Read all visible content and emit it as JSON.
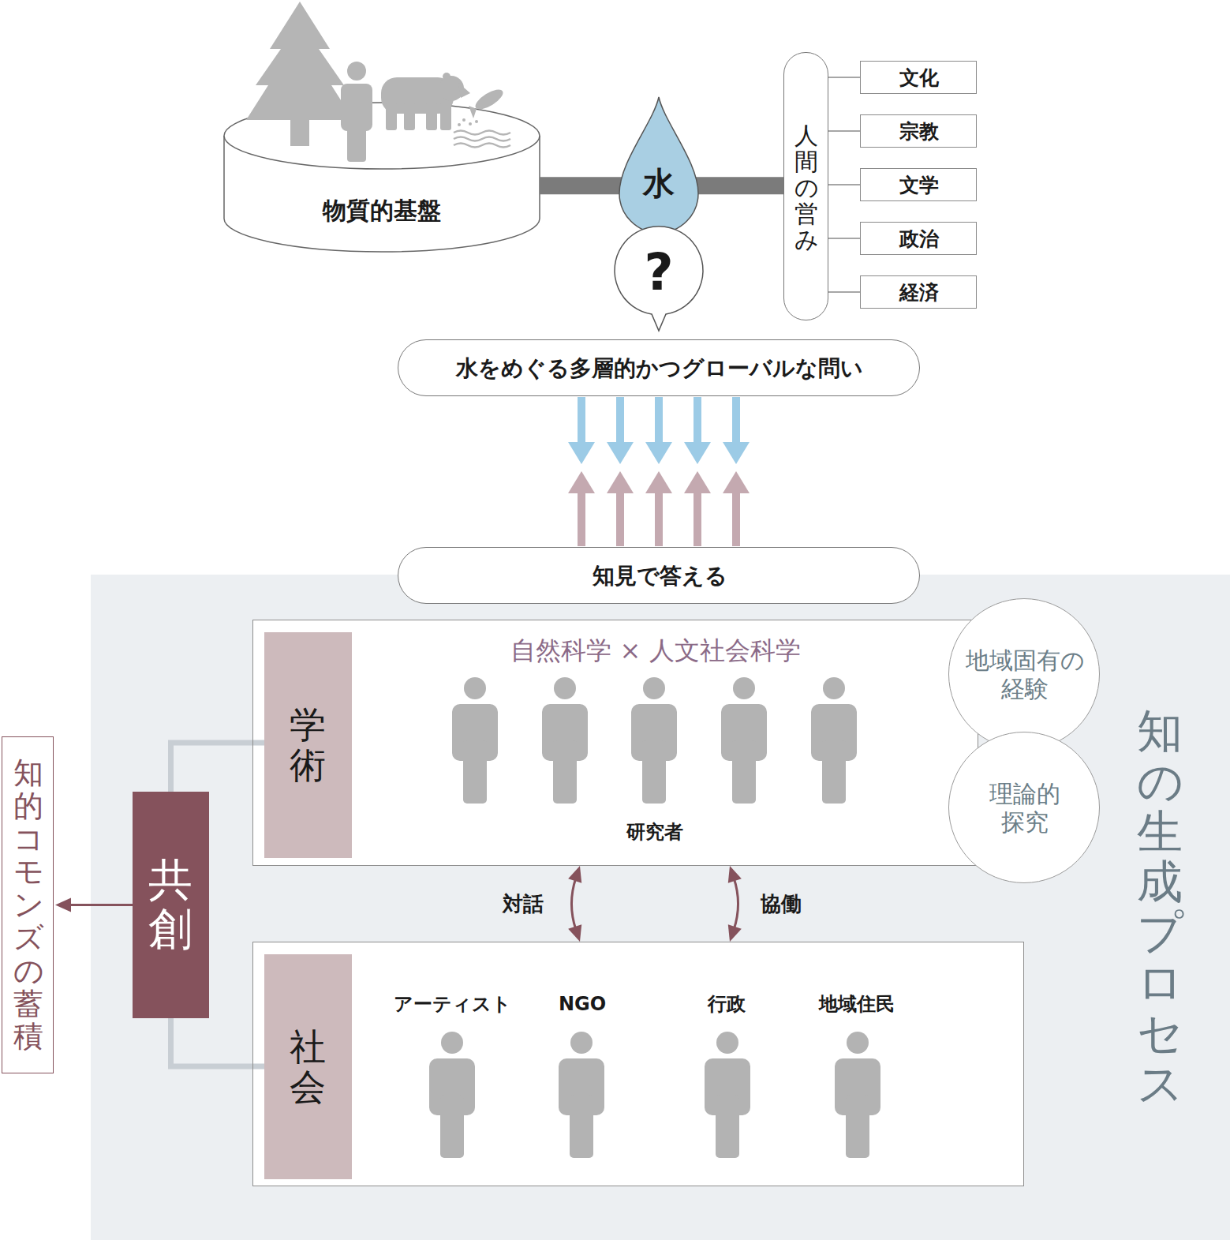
{
  "diagram": {
    "nodes": [
      {
        "text": [
          "物質的基盤"
        ]
      },
      {
        "text": [
          "水"
        ]
      },
      {
        "text": [
          "?"
        ]
      },
      {
        "text": [
          "人間の営み"
        ]
      },
      {
        "text": [
          "文化"
        ]
      },
      {
        "text": [
          "宗教"
        ]
      },
      {
        "text": [
          "文学"
        ]
      },
      {
        "text": [
          "政治"
        ]
      },
      {
        "text": [
          "経済"
        ]
      },
      {
        "text": [
          "水をめぐる多層的かつグローバルな問い"
        ]
      },
      {
        "text": [
          "知見で答える"
        ]
      },
      {
        "text": [
          "知の生成プロセス"
        ]
      },
      {
        "text": [
          "自然科学 × 人文社会科学",
          "研究者"
        ],
        "in": 11
      },
      {
        "text": [
          "学術"
        ],
        "in": 12
      },
      {
        "text": [
          "地域固有の経験"
        ],
        "in": 11
      },
      {
        "text": [
          "理論的探究"
        ],
        "in": 11
      },
      {
        "text": [
          "アーティスト",
          "NGO",
          "行政",
          "地域住民"
        ],
        "in": 11
      },
      {
        "text": [
          "社会"
        ],
        "in": 16
      },
      {
        "text": [
          "共創"
        ],
        "in": 11
      },
      {
        "text": [
          "知的コモンズの蓄積"
        ]
      }
    ],
    "edges": [
      {
        "from": 0,
        "to": 1,
        "arrow": "none"
      },
      {
        "from": 1,
        "to": 3,
        "arrow": "none"
      },
      {
        "from": 3,
        "to": 4,
        "arrow": "none"
      },
      {
        "from": 3,
        "to": 5,
        "arrow": "none"
      },
      {
        "from": 3,
        "to": 6,
        "arrow": "none"
      },
      {
        "from": 3,
        "to": 7,
        "arrow": "none"
      },
      {
        "from": 3,
        "to": 8,
        "arrow": "none"
      },
      {
        "from": 9,
        "to": 10,
        "arrow": "to"
      },
      {
        "from": 9,
        "to": 10,
        "arrow": "to"
      },
      {
        "from": 9,
        "to": 10,
        "arrow": "to"
      },
      {
        "from": 9,
        "to": 10,
        "arrow": "to"
      },
      {
        "from": 9,
        "to": 10,
        "arrow": "to"
      },
      {
        "from": 10,
        "to": 9,
        "arrow": "to"
      },
      {
        "from": 10,
        "to": 9,
        "arrow": "to"
      },
      {
        "from": 10,
        "to": 9,
        "arrow": "to"
      },
      {
        "from": 10,
        "to": 9,
        "arrow": "to"
      },
      {
        "from": 10,
        "to": 9,
        "arrow": "to"
      },
      {
        "from": 12,
        "to": 16,
        "arrow": "both",
        "label": "対話"
      },
      {
        "from": 12,
        "to": 16,
        "arrow": "both",
        "label": "協働"
      },
      {
        "from": 13,
        "to": 18,
        "arrow": "none"
      },
      {
        "from": 17,
        "to": 18,
        "arrow": "none"
      },
      {
        "from": 18,
        "to": 19,
        "arrow": "to"
      }
    ]
  }
}
